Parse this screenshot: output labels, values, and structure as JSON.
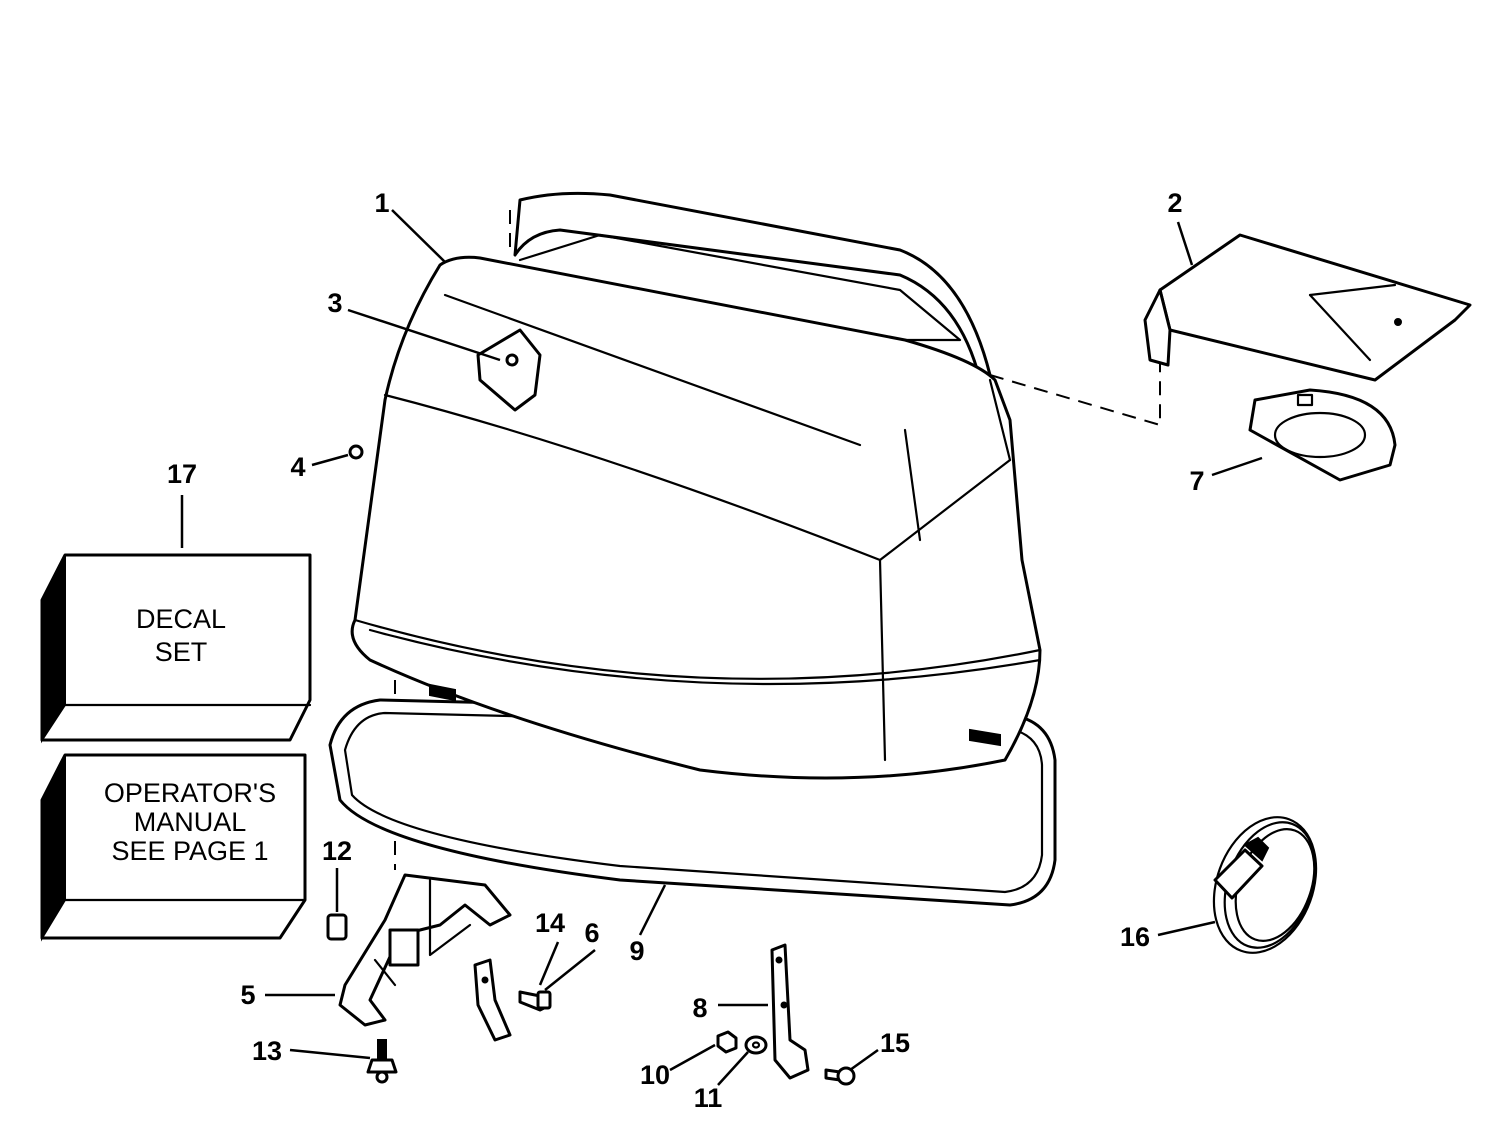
{
  "callouts": [
    "1",
    "2",
    "3",
    "4",
    "5",
    "6",
    "7",
    "8",
    "9",
    "10",
    "11",
    "12",
    "13",
    "14",
    "15",
    "16",
    "17"
  ],
  "boxes": {
    "decal_set": [
      "DECAL",
      "SET"
    ],
    "operators_manual": [
      "OPERATOR'S",
      "MANUAL",
      "SEE PAGE 1"
    ]
  },
  "colors": {
    "line": "#000000",
    "background": "#ffffff"
  }
}
